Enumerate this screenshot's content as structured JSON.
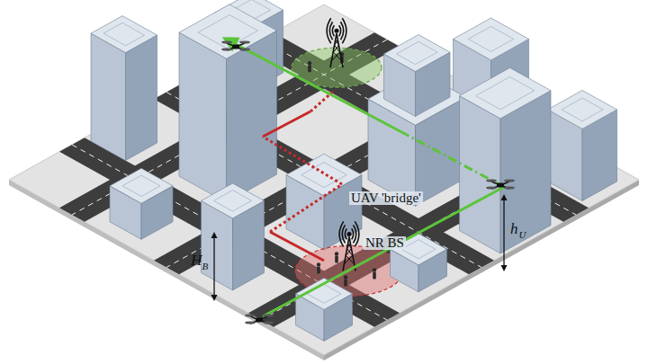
{
  "diagram": {
    "labels": [
      "UAV 'bridge'",
      "NR BS",
      "H",
      "B",
      "h",
      "U"
    ]
  }
}
